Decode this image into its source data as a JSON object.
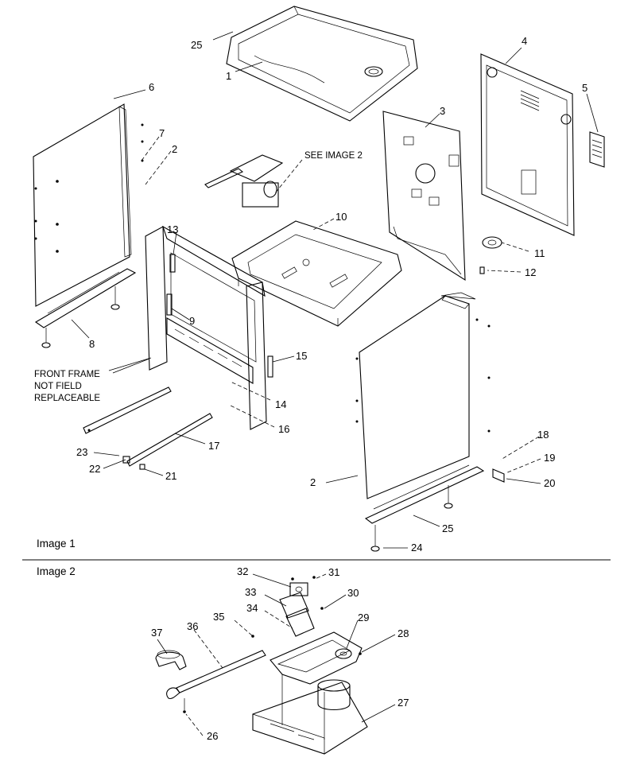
{
  "diagram": {
    "image1_caption": "Image 1",
    "image2_caption": "Image 2",
    "see_image_note": "SEE IMAGE 2",
    "front_frame_note": [
      "FRONT FRAME",
      "NOT FIELD",
      "REPLACEABLE"
    ],
    "callouts": [
      {
        "id": "c25a",
        "label": "25"
      },
      {
        "id": "c1",
        "label": "1"
      },
      {
        "id": "c4",
        "label": "4"
      },
      {
        "id": "c5",
        "label": "5"
      },
      {
        "id": "c6",
        "label": "6"
      },
      {
        "id": "c7",
        "label": "7"
      },
      {
        "id": "c2a",
        "label": "2"
      },
      {
        "id": "c3",
        "label": "3"
      },
      {
        "id": "c10",
        "label": "10"
      },
      {
        "id": "c11",
        "label": "11"
      },
      {
        "id": "c12",
        "label": "12"
      },
      {
        "id": "c13",
        "label": "13"
      },
      {
        "id": "c9",
        "label": "9"
      },
      {
        "id": "c8",
        "label": "8"
      },
      {
        "id": "c15",
        "label": "15"
      },
      {
        "id": "c14",
        "label": "14"
      },
      {
        "id": "c16",
        "label": "16"
      },
      {
        "id": "c17",
        "label": "17"
      },
      {
        "id": "c23",
        "label": "23"
      },
      {
        "id": "c22",
        "label": "22"
      },
      {
        "id": "c21",
        "label": "21"
      },
      {
        "id": "c18",
        "label": "18"
      },
      {
        "id": "c19",
        "label": "19"
      },
      {
        "id": "c20",
        "label": "20"
      },
      {
        "id": "c2b",
        "label": "2"
      },
      {
        "id": "c25b",
        "label": "25"
      },
      {
        "id": "c24",
        "label": "24"
      },
      {
        "id": "c32",
        "label": "32"
      },
      {
        "id": "c31",
        "label": "31"
      },
      {
        "id": "c33",
        "label": "33"
      },
      {
        "id": "c30",
        "label": "30"
      },
      {
        "id": "c34",
        "label": "34"
      },
      {
        "id": "c35",
        "label": "35"
      },
      {
        "id": "c29",
        "label": "29"
      },
      {
        "id": "c28",
        "label": "28"
      },
      {
        "id": "c37",
        "label": "37"
      },
      {
        "id": "c36",
        "label": "36"
      },
      {
        "id": "c27",
        "label": "27"
      },
      {
        "id": "c26",
        "label": "26"
      }
    ]
  }
}
